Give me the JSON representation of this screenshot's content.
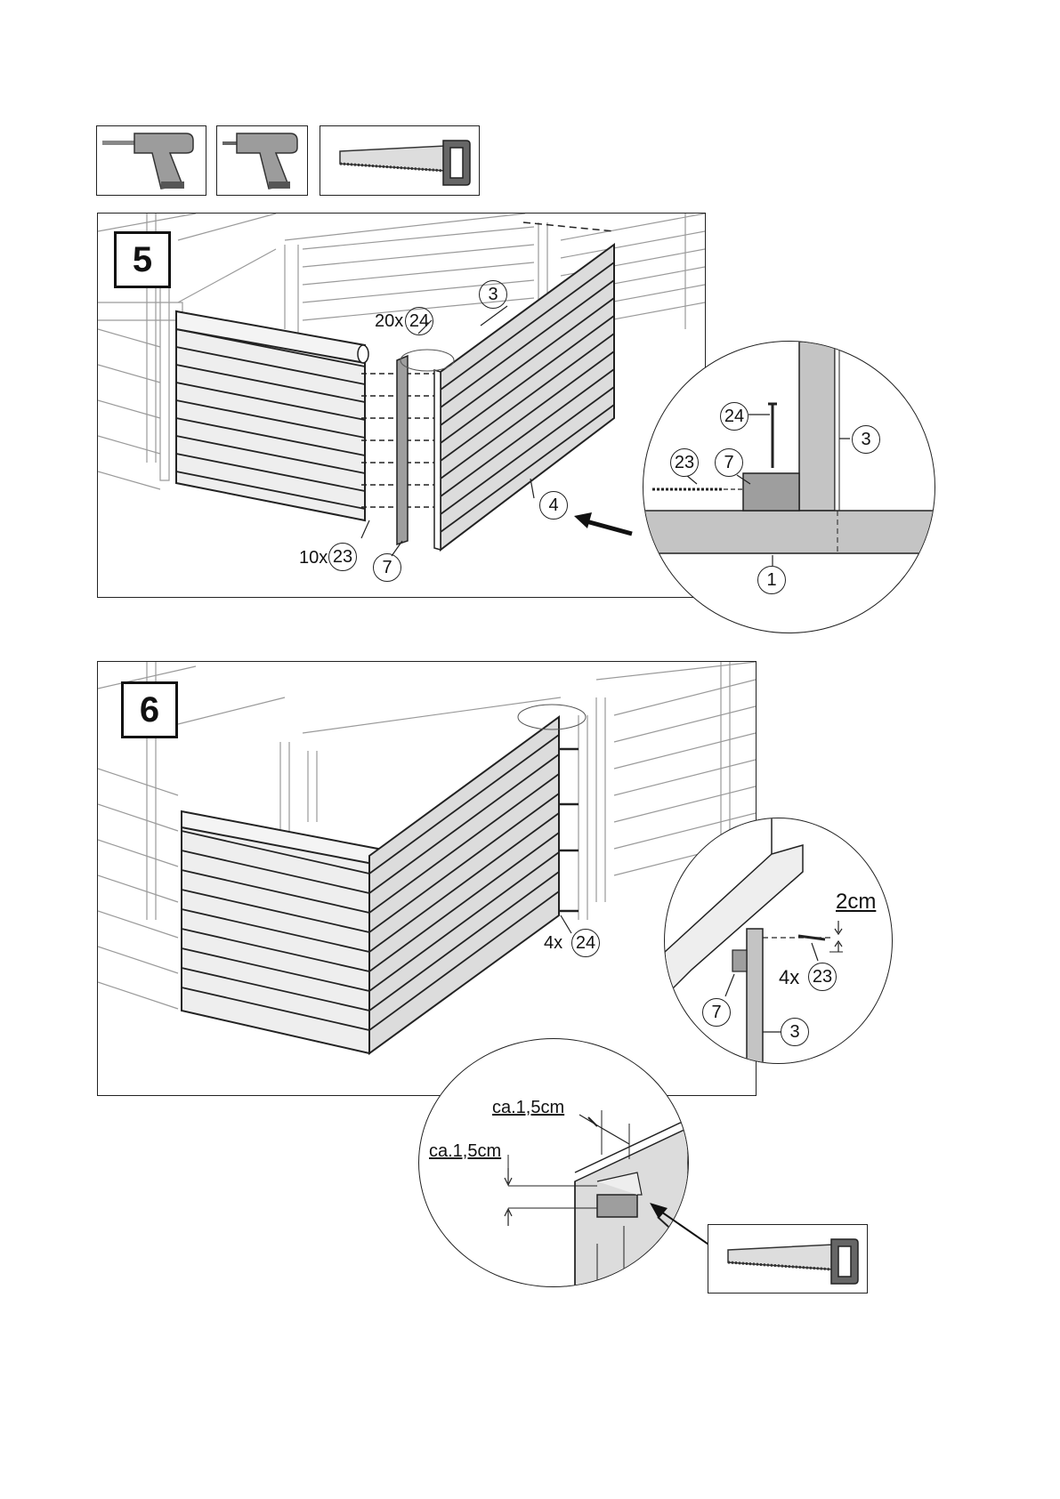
{
  "tools": [
    {
      "icon": "drill-icon"
    },
    {
      "icon": "screwdriver-drill-icon"
    },
    {
      "icon": "handsaw-icon"
    }
  ],
  "step5": {
    "number": "5",
    "qty_screws_24": "20x",
    "part_24": "24",
    "part_3": "3",
    "part_4": "4",
    "qty_screws_23": "10x",
    "part_23": "23",
    "part_7": "7",
    "detail": {
      "part_24": "24",
      "part_23": "23",
      "part_7": "7",
      "part_3": "3",
      "part_1": "1"
    }
  },
  "step6": {
    "number": "6",
    "qty_screws_24": "4x",
    "part_24": "24",
    "detail": {
      "gap": "2cm",
      "qty_screws_23": "4x",
      "part_23": "23",
      "part_7": "7",
      "part_3": "3"
    },
    "cut_detail": {
      "dim_a": "ca.1,5cm",
      "dim_b": "ca.1,5cm"
    }
  },
  "colors": {
    "line": "#222222",
    "board_fill": "#dcdcdc",
    "post_fill": "#bdbdbd",
    "light": "#9a9a9a"
  }
}
